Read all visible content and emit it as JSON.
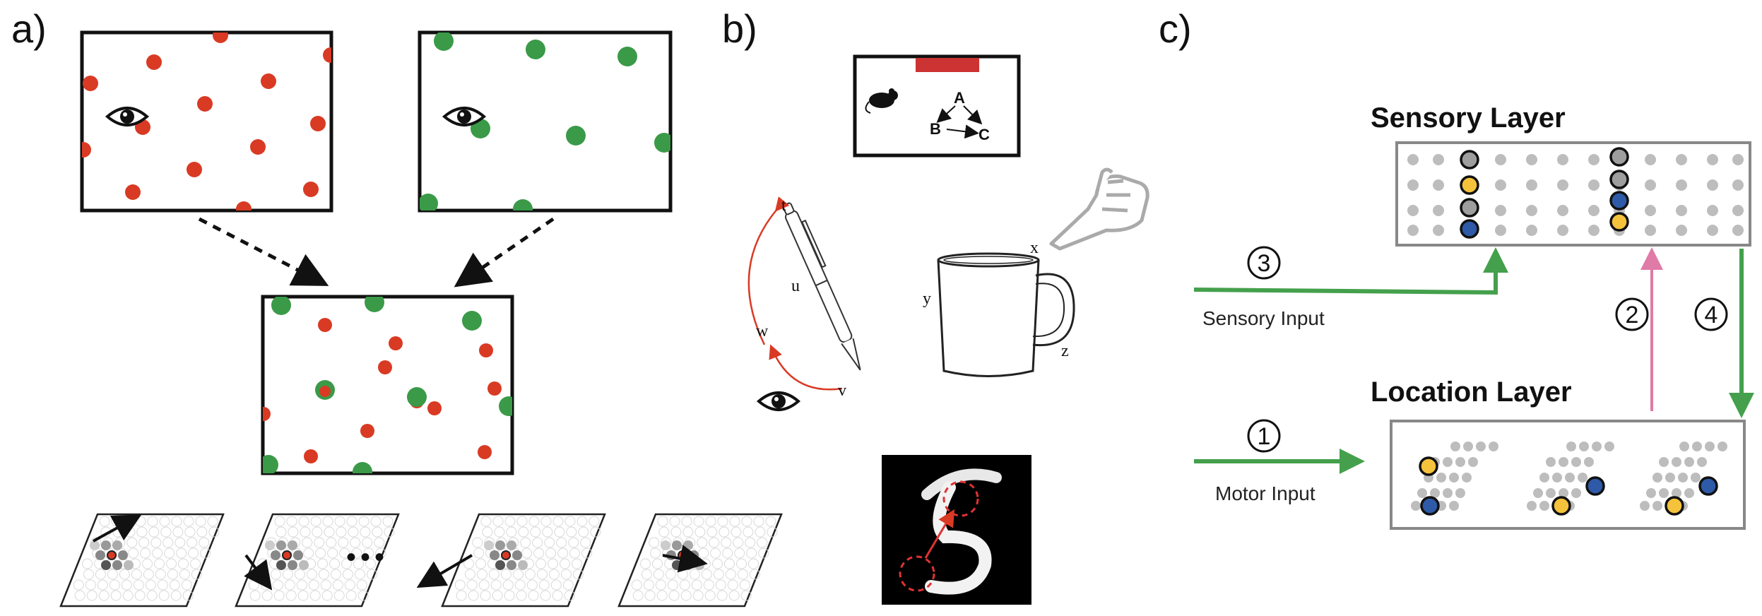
{
  "panels": {
    "a": "a)",
    "b": "b)",
    "c": "c)"
  },
  "maze": {
    "node_a": "A",
    "node_b": "B",
    "node_c": "C"
  },
  "pen": {
    "axis_t": "t",
    "axis_u": "u",
    "axis_v": "v",
    "axis_w": "w"
  },
  "mug": {
    "axis_x": "x",
    "axis_y": "y",
    "axis_z": "z"
  },
  "ellipsis": "•••",
  "circuit": {
    "sensory_layer": "Sensory Layer",
    "location_layer": "Location Layer",
    "sensory_input": "Sensory Input",
    "motor_input": "Motor Input",
    "step1": "1",
    "step2": "2",
    "step3": "3",
    "step4": "4"
  },
  "colors": {
    "red_dot": "#d93a24",
    "green_dot": "#3a9a48",
    "arrow_green": "#44a04c",
    "arrow_pink": "#e07aa6",
    "cell_gray": "#bdbdbd",
    "cell_yellow": "#f5c23c",
    "cell_blue": "#2e5aa8"
  }
}
